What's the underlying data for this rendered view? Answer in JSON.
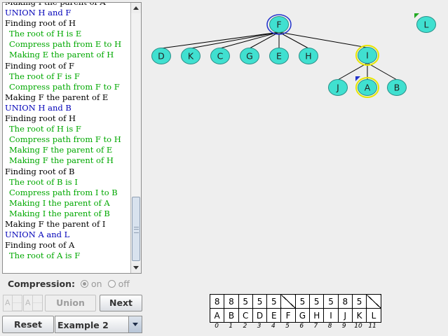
{
  "log": {
    "lines": [
      {
        "text": "Making I the parent of A",
        "color": "black",
        "indent": false
      },
      {
        "text": "UNION H and F",
        "color": "blue",
        "indent": false
      },
      {
        "text": "Finding root of H",
        "color": "black",
        "indent": false
      },
      {
        "text": "The root of H is E",
        "color": "green",
        "indent": true
      },
      {
        "text": "Compress path from E to H",
        "color": "green",
        "indent": true
      },
      {
        "text": "Making E the parent of H",
        "color": "green",
        "indent": true
      },
      {
        "text": "Finding root of F",
        "color": "black",
        "indent": false
      },
      {
        "text": "The root of F is F",
        "color": "green",
        "indent": true
      },
      {
        "text": "Compress path from F to F",
        "color": "green",
        "indent": true
      },
      {
        "text": "Making F the parent of E",
        "color": "black",
        "indent": false
      },
      {
        "text": "UNION H and B",
        "color": "blue",
        "indent": false
      },
      {
        "text": "Finding root of H",
        "color": "black",
        "indent": false
      },
      {
        "text": "The root of H is F",
        "color": "green",
        "indent": true
      },
      {
        "text": "Compress path from F to H",
        "color": "green",
        "indent": true
      },
      {
        "text": "Making F the parent of E",
        "color": "green",
        "indent": true
      },
      {
        "text": "Making F the parent of H",
        "color": "green",
        "indent": true
      },
      {
        "text": "Finding root of B",
        "color": "black",
        "indent": false
      },
      {
        "text": "The root of B is I",
        "color": "green",
        "indent": true
      },
      {
        "text": "Compress path from I to B",
        "color": "green",
        "indent": true
      },
      {
        "text": "Making I the parent of A",
        "color": "green",
        "indent": true
      },
      {
        "text": "Making I the parent of B",
        "color": "green",
        "indent": true
      },
      {
        "text": "Making F the parent of I",
        "color": "black",
        "indent": false
      },
      {
        "text": "UNION A and L",
        "color": "blue",
        "indent": false
      },
      {
        "text": "Finding root of A",
        "color": "black",
        "indent": false
      },
      {
        "text": "The root of A is F",
        "color": "green",
        "indent": true
      }
    ]
  },
  "colors": {
    "log_black": "#000000",
    "log_blue": "#0000b8",
    "log_green": "#00a800",
    "node_fill": "#40e0d0",
    "node_stroke": "#2a8f88",
    "root_ring": "#2233cc",
    "highlight_ring": "#e6e600",
    "marker_green": "#22aa22",
    "marker_blue": "#2233cc"
  },
  "controls": {
    "compression_label": "Compression:",
    "on_label": "on",
    "off_label": "off",
    "compression_on": true,
    "input1_placeholder": "A",
    "input2_placeholder": "A",
    "union_label": "Union",
    "next_label": "Next",
    "reset_label": "Reset",
    "example_value": "Example 2"
  },
  "forest": {
    "nodes": [
      {
        "id": "F",
        "parent": null,
        "root": true
      },
      {
        "id": "D",
        "parent": "F"
      },
      {
        "id": "K",
        "parent": "F"
      },
      {
        "id": "C",
        "parent": "F"
      },
      {
        "id": "G",
        "parent": "F"
      },
      {
        "id": "E",
        "parent": "F"
      },
      {
        "id": "H",
        "parent": "F"
      },
      {
        "id": "I",
        "parent": "F",
        "highlight": true
      },
      {
        "id": "J",
        "parent": "I"
      },
      {
        "id": "A",
        "parent": "I",
        "highlight": true,
        "marker": "blue"
      },
      {
        "id": "B",
        "parent": "I"
      },
      {
        "id": "L",
        "parent": null,
        "marker": "green"
      }
    ]
  },
  "parent_array": {
    "values": [
      "8",
      "8",
      "5",
      "5",
      "5",
      "",
      "5",
      "5",
      "5",
      "8",
      "5",
      ""
    ],
    "letters": [
      "A",
      "B",
      "C",
      "D",
      "E",
      "F",
      "G",
      "H",
      "I",
      "J",
      "K",
      "L"
    ],
    "indices": [
      "0",
      "1",
      "2",
      "3",
      "4",
      "5",
      "6",
      "7",
      "8",
      "9",
      "10",
      "11"
    ]
  }
}
